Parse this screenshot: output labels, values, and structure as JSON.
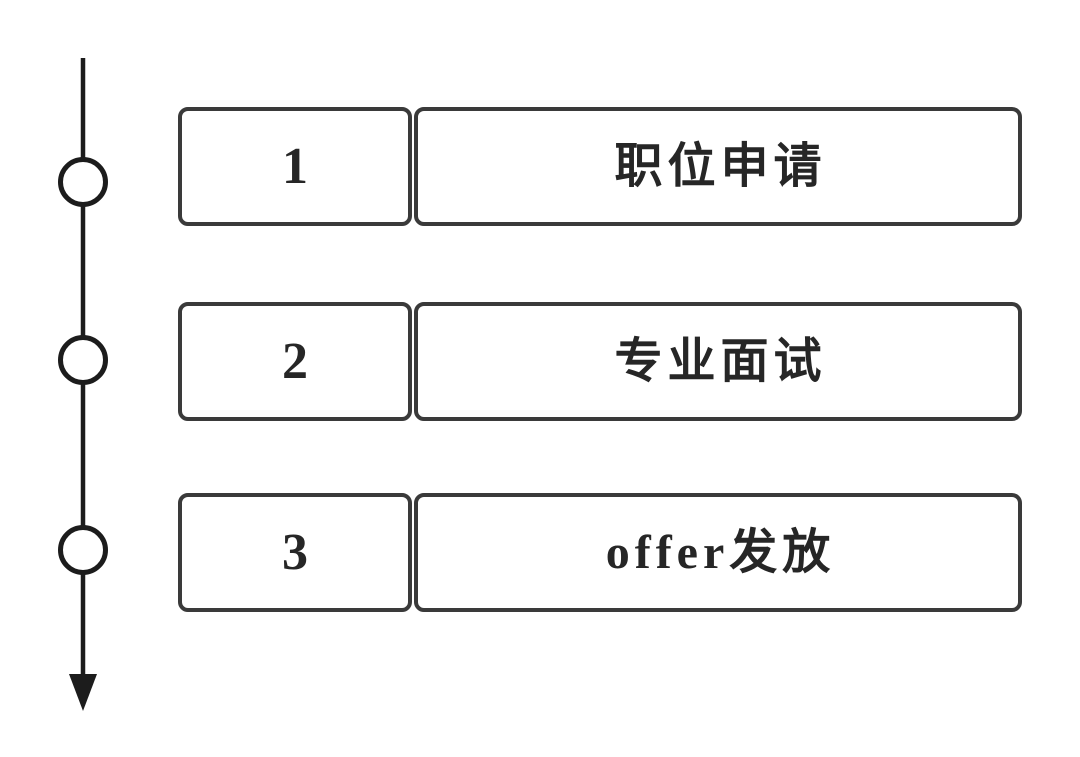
{
  "diagram": {
    "type": "vertical-timeline-flowchart",
    "steps": [
      {
        "number": "1",
        "label": "职位申请"
      },
      {
        "number": "2",
        "label": "专业面试"
      },
      {
        "number": "3",
        "label": "offer发放"
      }
    ],
    "timeline": {
      "node_count": 3,
      "direction": "down",
      "end_marker": "arrow"
    },
    "colors": {
      "box_border": "#3a3a3a",
      "timeline": "#1c1c1c",
      "text": "#262626",
      "background": "#ffffff"
    }
  }
}
